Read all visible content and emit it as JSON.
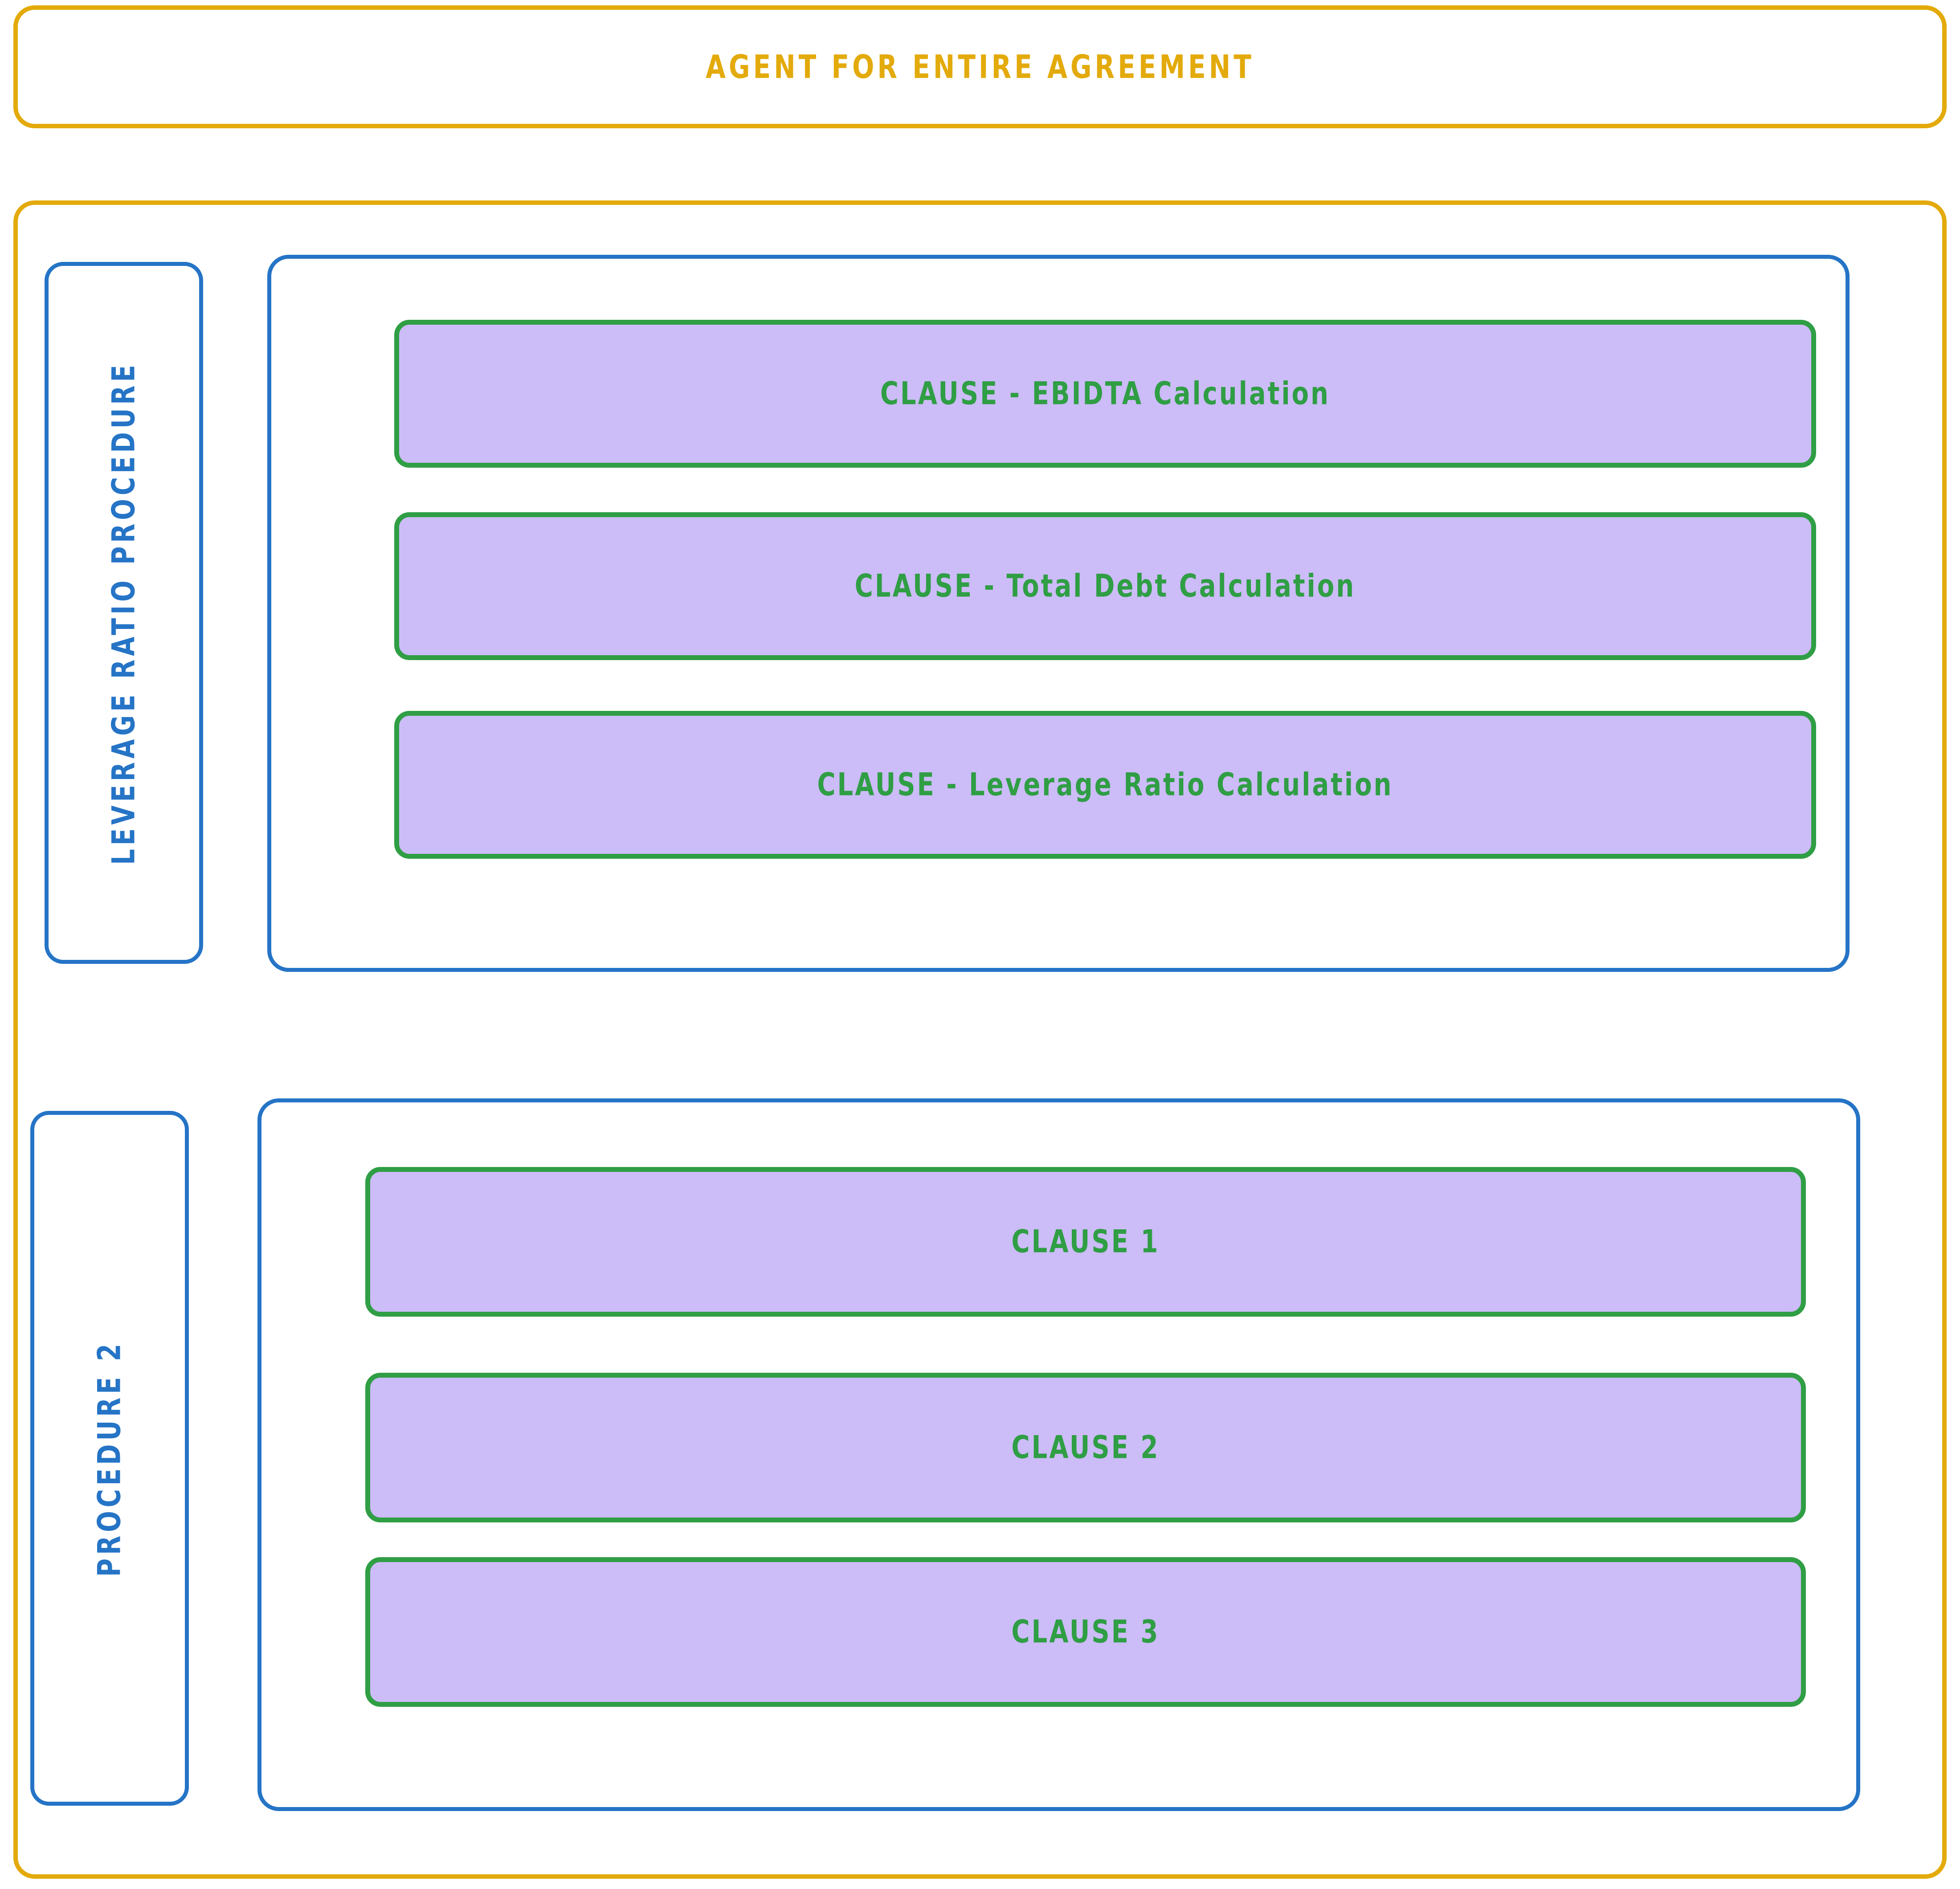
{
  "diagram": {
    "title": "AGENT FOR ENTIRE AGREEMENT",
    "colors": {
      "gold_accent": "#e3aa0b",
      "blue_accent": "#2574c6",
      "green_accent": "#2f9e44",
      "clause_fill": "#ccbcf8"
    },
    "sections": [
      {
        "label": "LEVERAGE RATIO PROCEDURE",
        "clauses": [
          "CLAUSE - EBIDTA Calculation",
          "CLAUSE - Total Debt Calculation",
          "CLAUSE - Leverage Ratio Calculation"
        ]
      },
      {
        "label": "PROCEDURE 2",
        "clauses": [
          "CLAUSE 1",
          "CLAUSE 2",
          "CLAUSE 3"
        ]
      }
    ]
  }
}
